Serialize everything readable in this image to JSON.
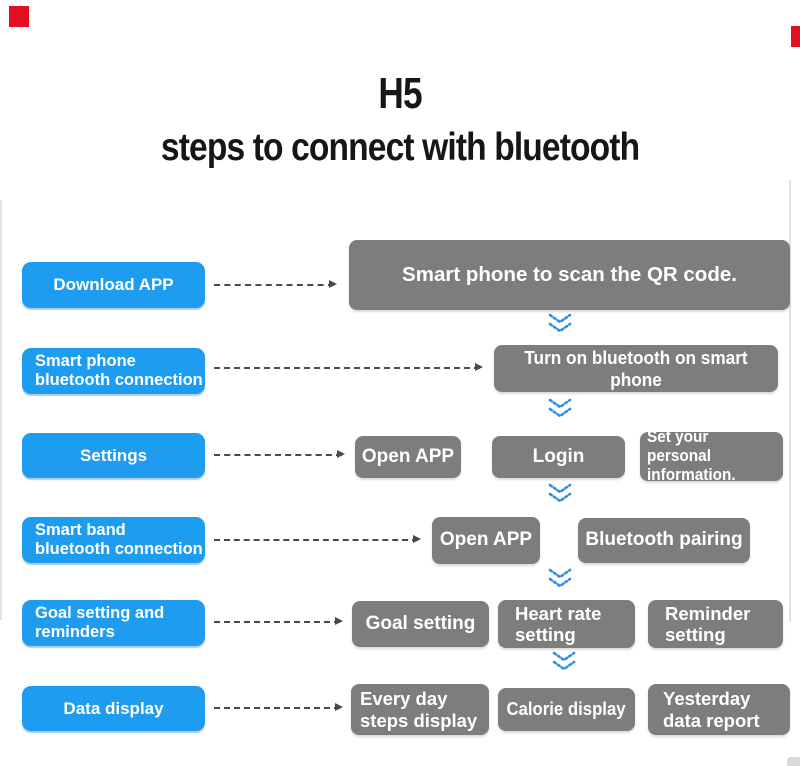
{
  "header": {
    "title": "H5",
    "subtitle": "steps to connect with bluetooth"
  },
  "flow": {
    "rows": [
      {
        "button": "Download APP",
        "boxes": [
          "Smart phone to scan the QR code."
        ]
      },
      {
        "button": "Smart phone\nbluetooth connection",
        "boxes": [
          "Turn on bluetooth on smart phone"
        ]
      },
      {
        "button": "Settings",
        "boxes": [
          "Open APP",
          "Login",
          "Set your personal\ninformation."
        ]
      },
      {
        "button": "Smart band\nbluetooth connection",
        "boxes": [
          "Open APP",
          "Bluetooth pairing"
        ]
      },
      {
        "button": "Goal setting and\nreminders",
        "boxes": [
          "Goal setting",
          "Heart rate\nsetting",
          "Reminder\nsetting"
        ]
      },
      {
        "button": "Data display",
        "boxes": [
          "Every day\nsteps display",
          "Calorie display",
          "Yesterday\ndata report"
        ]
      }
    ]
  },
  "icons": {
    "between_rows": "double-chevron-down-icon",
    "row_connector": "dashed-arrow-right-icon"
  },
  "colors": {
    "button_blue": "#1e9cf0",
    "box_gray": "#7d7d7d",
    "chevron_blue": "#2e8fe0",
    "arrow_gray": "#4a4a4a",
    "marker_red": "#e30e21",
    "text_white": "#ffffff",
    "title_black": "#161616"
  }
}
